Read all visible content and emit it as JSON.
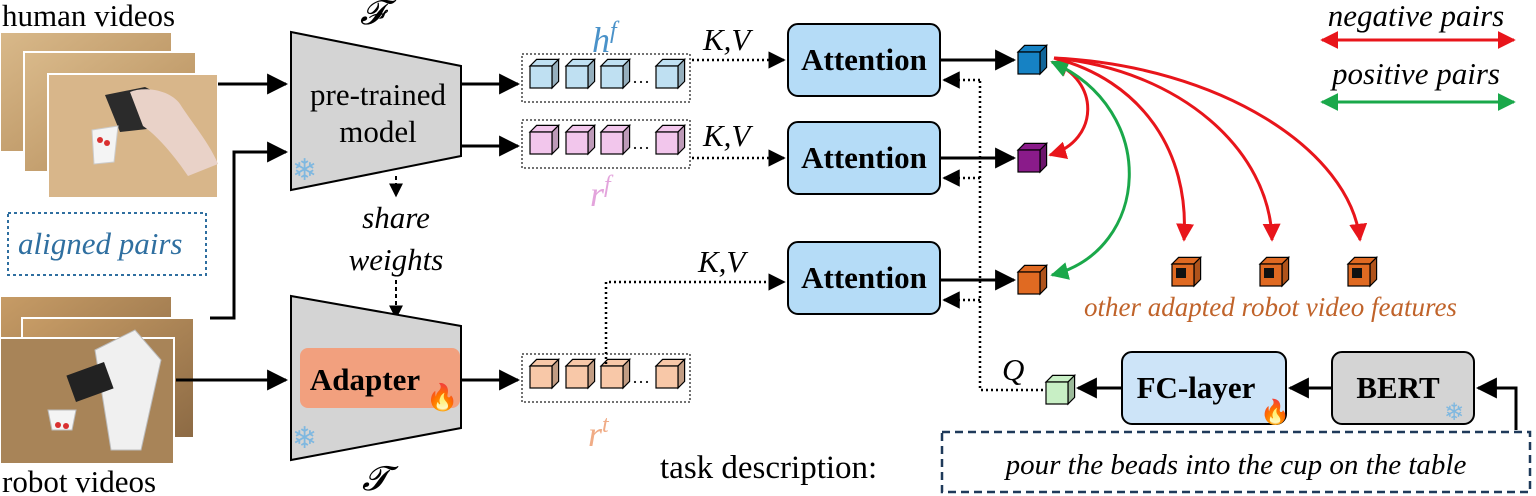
{
  "labels": {
    "human_videos": "human videos",
    "robot_videos": "robot videos",
    "aligned_pairs": "aligned pairs",
    "frozen_model_symbol": "𝓕",
    "trainable_model_symbol": "𝓣",
    "pretrained_line1": "pre-trained",
    "pretrained_line2": "model",
    "share_line1": "share",
    "share_line2": "weights",
    "adapter": "Adapter",
    "hf": "h",
    "rf": "r",
    "rt": "r",
    "sup_f": "f",
    "sup_t": "t",
    "kv": "K,V",
    "attention": "Attention",
    "q": "Q",
    "fc_layer": "FC-layer",
    "bert": "BERT",
    "task_description": "task description:",
    "task_text": "pour the beads into the cup on the table",
    "negative_pairs": "negative pairs",
    "positive_pairs": "positive pairs",
    "other_features": "other adapted robot video features",
    "ellipsis": "···"
  },
  "colors": {
    "hf_cube": "#bfe0f2",
    "rf_cube": "#f2c6ec",
    "rt_cube": "#f8c8a8",
    "attention_box": "#b5dcf7",
    "adapter_box": "#f2a07e",
    "encoder_grey": "#d4d4d4",
    "bert_grey": "#d4d4d4",
    "fc_box": "#cde4f8",
    "negative": "#e8151b",
    "positive": "#1aa84a",
    "feature_text": "#c0632a",
    "hf_text": "#4a92c9",
    "rf_text": "#e3a4dc",
    "rt_text": "#f0ac86",
    "aligned_text": "#2f6fa0",
    "out_cube_1": "#1682c4",
    "out_cube_2": "#8a1b8a",
    "out_cube_3": "#e06a22",
    "query_cube": "#c8efc5"
  }
}
